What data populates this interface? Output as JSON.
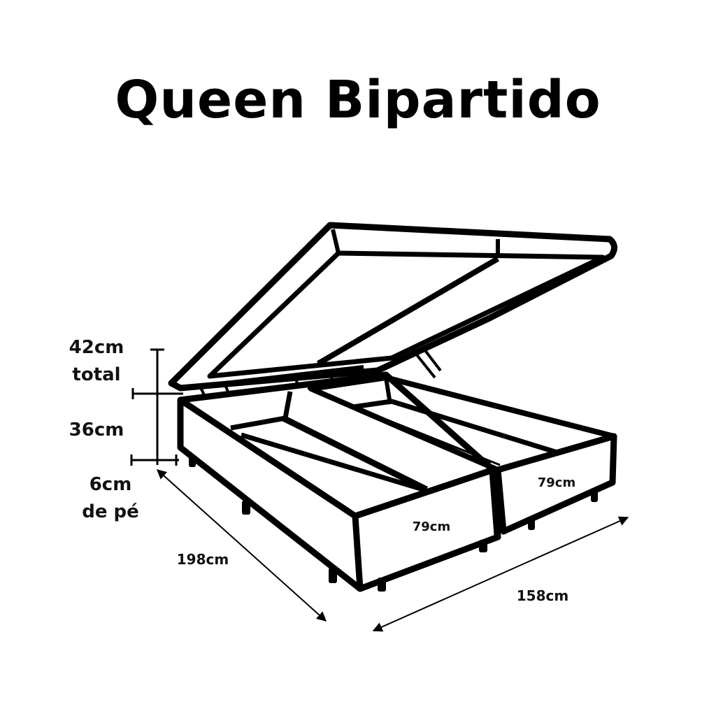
{
  "title": "Queen Bipartido",
  "dimensions": {
    "total_height": "42cm",
    "total_label": "total",
    "box_height": "36cm",
    "foot_height": "6cm",
    "foot_label": "de pé",
    "length": "198cm",
    "width": "158cm",
    "half_width_front": "79cm",
    "half_width_right": "79cm"
  },
  "colors": {
    "line": "#000000",
    "background": "#ffffff"
  }
}
